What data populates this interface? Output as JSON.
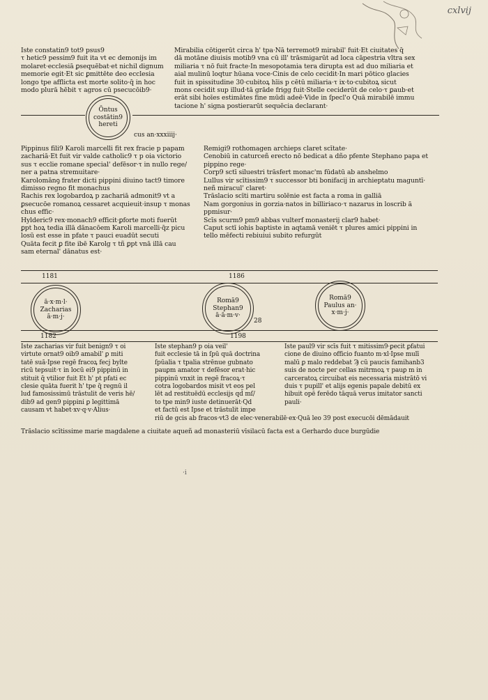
{
  "folio": "cxlvij",
  "top_left": [
    "Iste constatin9 tot9 psus9",
    "τ hetic9 pessim9 fuit ita vt ec demonijs im",
    "molaret·ecclesiā ꝑsequēbat·et nichil dignum",
    "memorie egit·Et sic ꝑmittēte deo ecclesia",
    "longo tpe afflicta est morte solito·q̄ in hoc",
    "modo plurā hēbit τ agros cū psecucōib9·"
  ],
  "top_right": [
    "Mirabilia cōtigerūt circa h' tpa·Nā terremot9 mirabil' fuit·Et ciuitates q̄",
    "dā motāne diuisis motib9 vna cū ill' trāsmigarūt ad loca cāpestria vltra sex",
    "miliaria τ nō fuit fracte·In mesopotamia tera dirupta est ad duo miliaria et",
    "aial mulinū loqtur hūana voce·Cinis de celo cecidit·In mari pōtico glacies",
    "fuit in spissitudine 30·cubitoꝝ hīis p cētū miliaria·τ ix·to·cubitoꝝ sicut",
    "mons cecidit sup illud·tā grāde frigg fuit·Stelle ceciderūt de celo·τ ꝑaub·et",
    "erāt sibi hoīes estimātes fine mūdi adeē·Vide in ſpecl'o Quā mirabilē immu",
    "tacione h' signa postierarūt sequēcia declarant·"
  ],
  "circle1": {
    "lines": [
      "Ōntus",
      "costātin9",
      "hereti"
    ],
    "suffix": "cus an·xxxiiij·"
  },
  "mid_left": [
    "Pippinus fili9 Karoli marcelli fit rex fracie p papam",
    "zachariā·Et fuit vir valde catholic9 τ p oia victorio",
    "sus τ ecclie romane special' defēsor·τ in nullo rege/",
    "ner a patna stremuitare·",
    "Karolomānꝯ frater dicti pippini diuino tact9 timore",
    "dimisso regno fit monachus",
    "Rachis rex logobardoꝝ p zachariā admonit9 vt a",
    "ꝑsecucōe romanoꝝ cessaret acquieuit·insup τ monas",
    "chus effic·",
    "Hylderic9 rex·monach9 efficit·ꝑforte moti fuerūt",
    "ꝑpt hoꝝ tedia illā dānacōem Karoli marcelli·q̄z picu",
    "losū est esse in pfate τ pauci euadūt secuti",
    "Quāta fecit ꝑ fite ibē Karolg τ tñ ꝑpt vnā illā cau",
    "sam eternal' dānatus est·"
  ],
  "mid_right": [
    "Remigi9 rothomagen archieps claret scītate·",
    "Cenobiū in caturceñ erecto nō bedicat a dño pfente Stephano papa et",
    "pippino rege·",
    "Corp9 sctī siluestri trāsfert monac'm fūdatū ab anshelmo",
    "Lullus vir scītissim9 τ successor bti bonifacij in archieptatu maguntī·",
    "neñ miracul' claret·",
    "Trāslacio scīti martiru solēnie est facta a roma in galliā",
    "Nam gorgonius in gorzia·natos in billiriaco·τ nazarus in loscrib ā",
    "ppmisur·",
    "Scīs scurm9 pm9 abbas vulterf monasterij clar9 habet·",
    "Caput sctī iohis baptiste in aqtamā veniēt τ plures amici pippini in",
    "tello mēfecti rebiuiui subito refurgūt"
  ],
  "timeline": {
    "left_date": "1181",
    "mid_date": "1186",
    "right_num": "28"
  },
  "circle_left": [
    "ā·x·m·l·",
    "Zacharias",
    "ā·m·j·"
  ],
  "circle_mid": [
    "Romā9",
    "Stephan9",
    "ā·ā·m·v·"
  ],
  "circle_right": [
    "Romā9",
    "Paulus an·",
    "x·m·j·"
  ],
  "low_dates": {
    "d1": "1182",
    "d2": "1198"
  },
  "col1": [
    "Iste zacharias vir fuit benign9 τ oi",
    "virtute ornat9 oib9 amabil' ꝑ miti",
    "tatē suā·Ipse regē fracoꝝ fecj bylte",
    "ricū tepsuit·τ in locū ei9 pippinū in",
    "stituit q̄ vtilior fuit Et h' pt pfati ec",
    "clesie quāta fuerit h' tpe q̄ regnū il",
    "lud famosissimū trāstulit de veris hē/",
    "dib9 ad gen9 pippini ꝑ legittimā",
    "causam vt habet·xv·q·v·Alius·"
  ],
  "col2": [
    "Iste stephan9 p oia veil'",
    "fuit ecclesie tā in ſpū quā doctrina",
    "ſpūalia τ tpalia strēnue gubnato",
    "pauꝑm amator τ defēsor erat·hic",
    "pippinū vnxit in regē fracoꝝ·τ",
    "cotra logobardos misit vt eos pel",
    "lēt ad restituēdū ecclesijs qd̄ mſ/",
    "to tpe min9 iuste detinuerāt·Qd",
    "et factū est Ipse et trāstulit impe",
    "riū de gcis ab fracos·vt3 de elec·venerabilē·ex·Quā leo 39 post execucōi dēmādauit"
  ],
  "col3": [
    "Iste paul9 vir scīs fuit τ mitissim9·ꝑecit ꝑfatui",
    "cione de diuino officio fuanto m·xl·Ipse mulī",
    "malū ꝑ malo reddebat Ϡ cū paucis famihanb3",
    "suis de nocte per cellas mitrmoꝝ τ pauꝑ m in",
    "carceratoꝝ circuibat eis necessaria mistrātō vi",
    "duis τ pupill' et alijs egenis papale debitū ex",
    "hibuit opē ferēdo tāquā verus imitator sancti",
    "pauli·"
  ],
  "bottom_line": "Trāslacio scītissime marie magdalene a ciuitate aqueñ ad monasteriū vīsilacū facta est a Gerhardo duce burgūdie",
  "stray": "·i"
}
